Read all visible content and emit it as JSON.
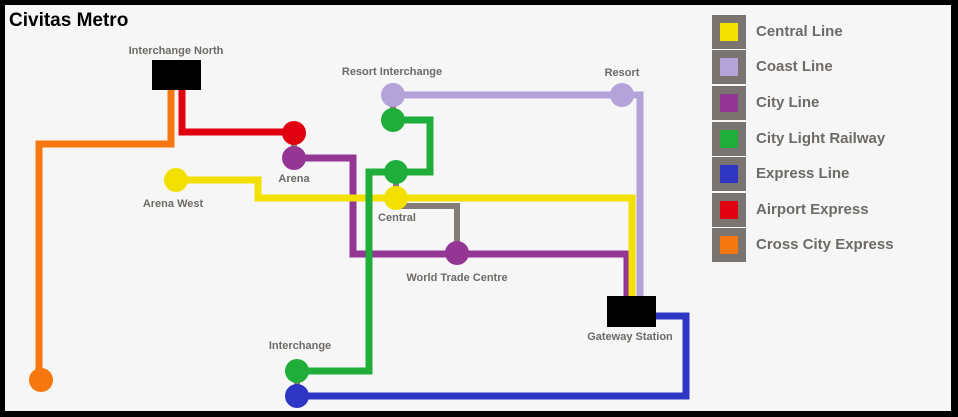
{
  "title": "Civitas Metro",
  "stations": {
    "interchange_north": "Interchange North",
    "resort_interchange": "Resort Interchange",
    "resort": "Resort",
    "arena": "Arena",
    "arena_west": "Arena West",
    "central": "Central",
    "world_trade_centre": "World Trade Centre",
    "gateway_station": "Gateway Station",
    "interchange": "Interchange"
  },
  "legend": [
    {
      "label": "Central Line",
      "color": "#f2e000"
    },
    {
      "label": "Coast Line",
      "color": "#b3a3d8"
    },
    {
      "label": "City Line",
      "color": "#933694"
    },
    {
      "label": "City Light Railway",
      "color": "#1fae3a"
    },
    {
      "label": "Express Line",
      "color": "#3036c4"
    },
    {
      "label": "Airport Express",
      "color": "#e0000f"
    },
    {
      "label": "Cross City Express",
      "color": "#f6770f"
    }
  ]
}
